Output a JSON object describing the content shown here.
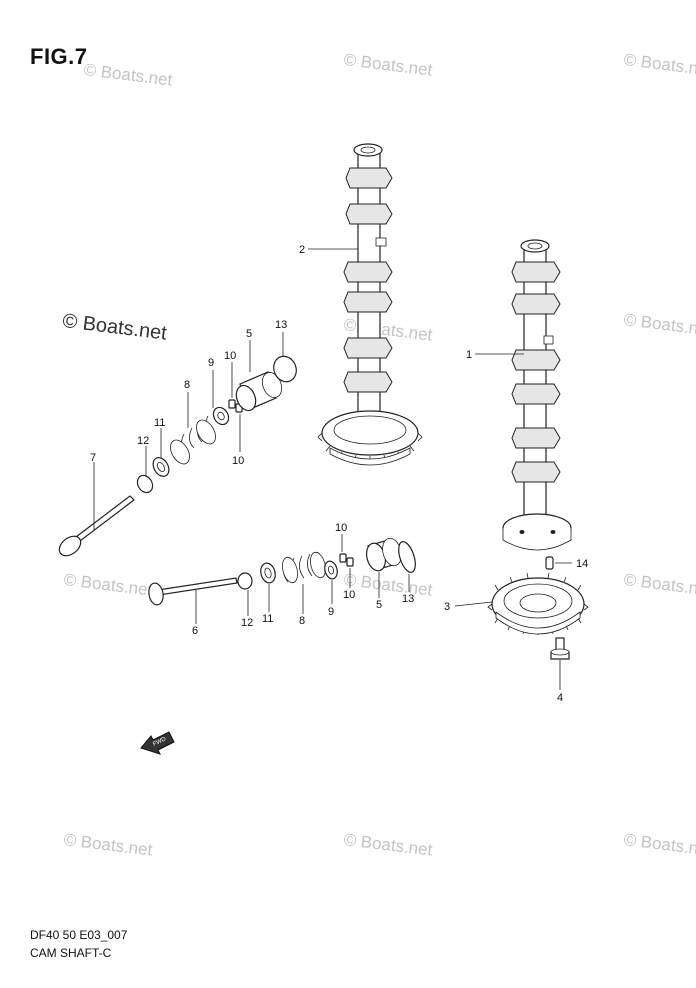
{
  "figure_title": "FIG.7",
  "footer": {
    "code": "DF40 50 E03_007",
    "name": "CAM SHAFT-C"
  },
  "watermark_text": "© Boats.net",
  "fwd_label": "FWD",
  "callouts": [
    "1",
    "2",
    "3",
    "4",
    "5",
    "5",
    "6",
    "7",
    "8",
    "8",
    "9",
    "9",
    "10",
    "10",
    "10",
    "10",
    "11",
    "11",
    "12",
    "12",
    "13",
    "13",
    "14"
  ]
}
